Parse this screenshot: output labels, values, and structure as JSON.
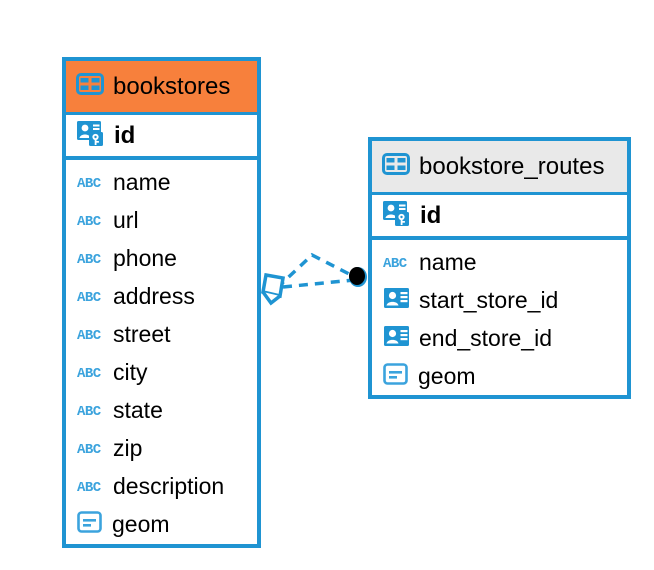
{
  "diagram": {
    "type": "entity-relationship-diagram",
    "background_color": "#ffffff",
    "accent_color": "#1f94d2",
    "selected_header_color": "#f7803c",
    "normal_header_color": "#e9e9e9"
  },
  "tables": [
    {
      "name": "bookstores",
      "selected": true,
      "table_icon": "table-grid-icon",
      "primary_key": {
        "label": "id",
        "icon": "primary-key-icon"
      },
      "columns": [
        {
          "label": "name",
          "icon": "text-abc-icon"
        },
        {
          "label": "url",
          "icon": "text-abc-icon"
        },
        {
          "label": "phone",
          "icon": "text-abc-icon"
        },
        {
          "label": "address",
          "icon": "text-abc-icon"
        },
        {
          "label": "street",
          "icon": "text-abc-icon"
        },
        {
          "label": "city",
          "icon": "text-abc-icon"
        },
        {
          "label": "state",
          "icon": "text-abc-icon"
        },
        {
          "label": "zip",
          "icon": "text-abc-icon"
        },
        {
          "label": "description",
          "icon": "text-abc-icon"
        },
        {
          "label": "geom",
          "icon": "geometry-icon"
        }
      ]
    },
    {
      "name": "bookstore_routes",
      "selected": false,
      "table_icon": "table-grid-icon",
      "primary_key": {
        "label": "id",
        "icon": "primary-key-icon"
      },
      "columns": [
        {
          "label": "name",
          "icon": "text-abc-icon"
        },
        {
          "label": "start_store_id",
          "icon": "foreign-key-icon"
        },
        {
          "label": "end_store_id",
          "icon": "foreign-key-icon"
        },
        {
          "label": "geom",
          "icon": "geometry-icon"
        }
      ]
    }
  ],
  "relationship": {
    "style": "dashed",
    "color": "#1f94d2",
    "source_marker": "diamond-outline-marker",
    "target_marker": "filled-dot-marker"
  }
}
